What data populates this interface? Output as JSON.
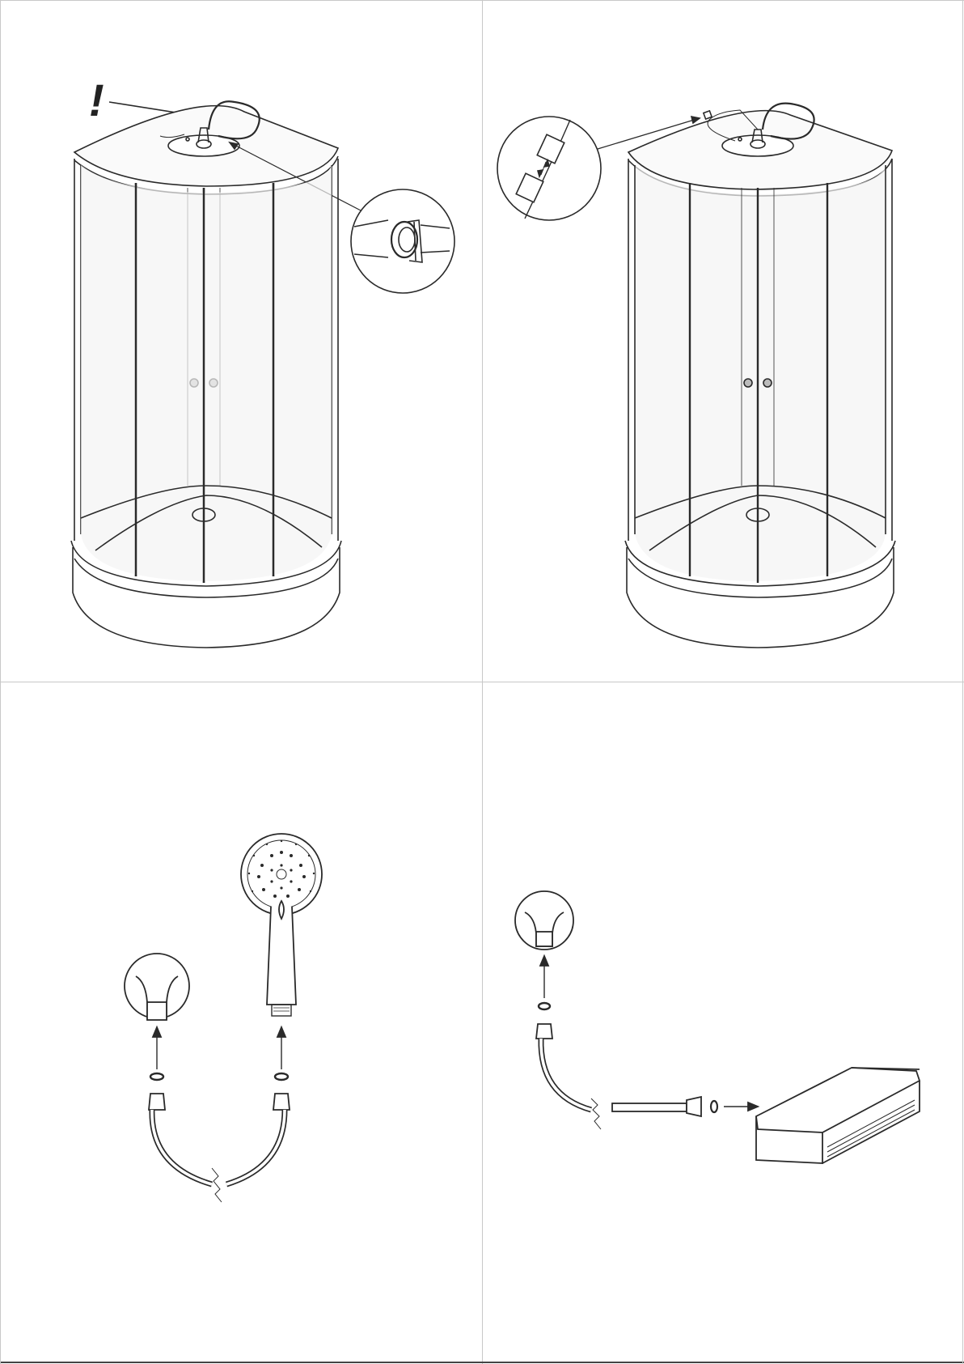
{
  "page": {
    "background": "#ffffff",
    "border_color": "#c8c8c8",
    "line_color": "#2a2a2a"
  },
  "panels": [
    {
      "id": "step-1",
      "icons": [
        "shower-cabin-icon",
        "warning-exclamation-icon",
        "hose-clamp-detail-icon"
      ]
    },
    {
      "id": "step-2",
      "icons": [
        "shower-cabin-icon",
        "cable-connector-detail-icon"
      ]
    },
    {
      "id": "step-3",
      "icons": [
        "wall-outlet-icon",
        "hand-shower-icon",
        "washer-icon",
        "shower-hose-icon"
      ]
    },
    {
      "id": "step-4",
      "icons": [
        "wall-outlet-icon",
        "washer-icon",
        "shower-hose-icon",
        "control-box-icon"
      ]
    }
  ],
  "warning_mark": "!"
}
